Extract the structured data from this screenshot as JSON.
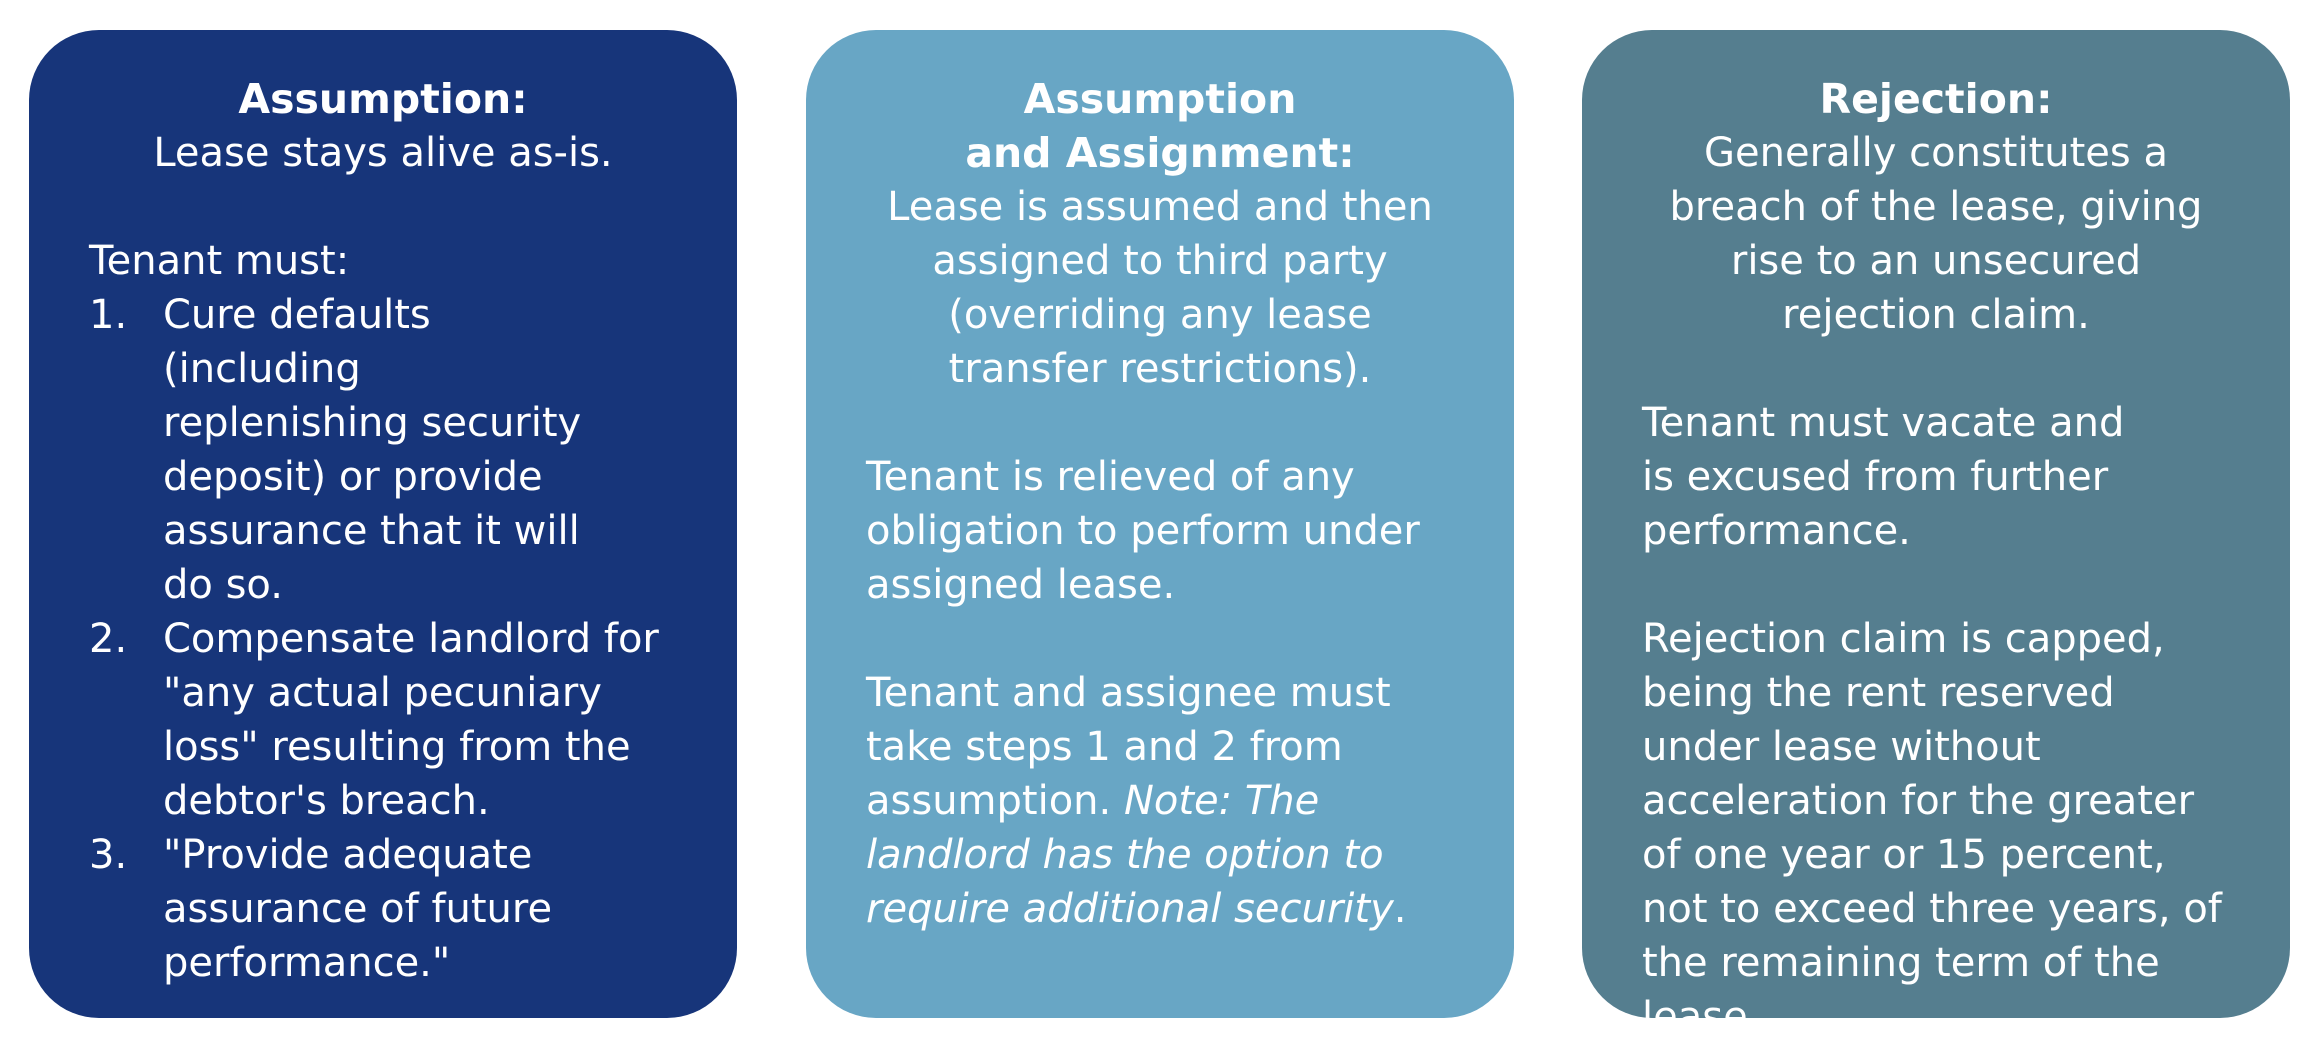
{
  "cards": [
    {
      "heading": "Assumption:",
      "summary": "Lease stays alive as-is.",
      "intro": "Tenant must:",
      "steps": [
        {
          "num": "1.",
          "text": "Cure defaults (including replenishing security deposit) or provide assurance that it will do so."
        },
        {
          "num": "2.",
          "text": "Compensate landlord for \"any actual pecuniary loss\" resulting from the debtor's breach."
        },
        {
          "num": "3.",
          "text": "\"Provide adequate assurance of future performance.\""
        }
      ],
      "color": "#17357a"
    },
    {
      "heading_line1": "Assumption",
      "heading_line2": "and Assignment:",
      "summary": "Lease is assumed and then assigned to third party (overriding any lease transfer restrictions).",
      "para1": "Tenant is relieved of any obligation to perform under assigned lease.",
      "para2_plain": "Tenant and assignee must take steps 1 and 2 from assumption.",
      "para2_note": "Note: The landlord has the option to require additional security",
      "para2_end": ".",
      "color": "#68a6c5"
    },
    {
      "heading": "Rejection:",
      "summary": "Generally constitutes a breach of the lease, giving rise to an unsecured rejection claim.",
      "para1": "Tenant must vacate and is excused from further performance.",
      "para2": "Rejection claim is capped, being the rent reserved under lease without acceleration for the greater of one year or 15 percent, not to exceed three years, of the remaining term of the lease.",
      "color": "#557e8f"
    }
  ]
}
